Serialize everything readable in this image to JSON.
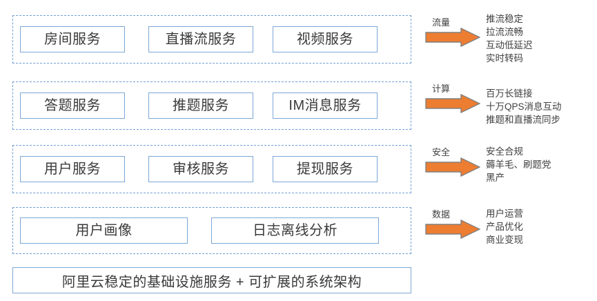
{
  "diagram": {
    "layers": [
      {
        "id": "traffic",
        "boxes": [
          {
            "label": "房间服务"
          },
          {
            "label": "直播流服务"
          },
          {
            "label": "视频服务"
          }
        ]
      },
      {
        "id": "compute",
        "boxes": [
          {
            "label": "答题服务"
          },
          {
            "label": "推题服务"
          },
          {
            "label": "IM消息服务"
          }
        ]
      },
      {
        "id": "security",
        "boxes": [
          {
            "label": "用户服务"
          },
          {
            "label": "审核服务"
          },
          {
            "label": "提现服务"
          }
        ]
      },
      {
        "id": "data",
        "boxes": [
          {
            "label": "用户画像"
          },
          {
            "label": "日志离线分析"
          }
        ]
      }
    ],
    "annotations": [
      {
        "id": "traffic",
        "label": "流量",
        "arrow_icon": "right-arrow-icon",
        "items": [
          "推流稳定",
          "拉流流畅",
          "互动低延迟",
          "实时转码"
        ]
      },
      {
        "id": "compute",
        "label": "计算",
        "arrow_icon": "right-arrow-icon",
        "items": [
          "百万长链接",
          "十万QPS消息互动",
          "推题和直播流同步"
        ]
      },
      {
        "id": "security",
        "label": "安全",
        "arrow_icon": "right-arrow-icon",
        "items": [
          "安全合规",
          "薅羊毛、刷题党",
          "黑产"
        ]
      },
      {
        "id": "data",
        "label": "数据",
        "arrow_icon": "right-arrow-icon",
        "items": [
          "用户运营",
          "产品优化",
          "商业变现"
        ]
      }
    ],
    "foundation": {
      "label": "阿里云稳定的基础设施服务 + 可扩展的系统架构"
    },
    "colors": {
      "box_border": "#7ba7d7",
      "band_border": "#6f9ed6",
      "arrow_fill": "#ED7D31",
      "arrow_stroke": "#808080",
      "text": "#404040",
      "background": "#ffffff"
    }
  }
}
